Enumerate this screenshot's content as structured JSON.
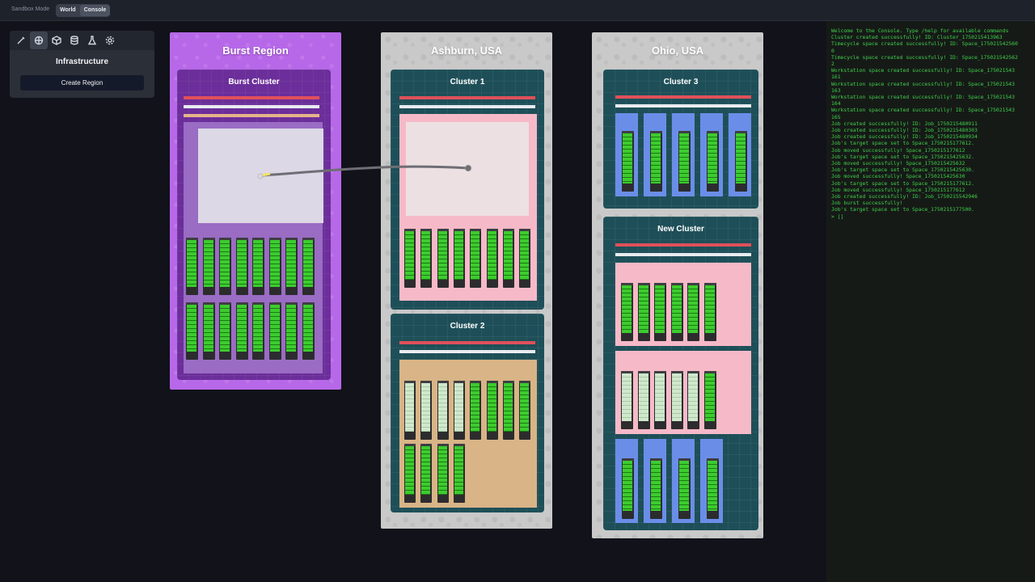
{
  "topbar": {
    "mode_label": "Sandbox Mode",
    "tab_world": "World",
    "tab_console": "Console"
  },
  "toolpanel": {
    "tools": [
      "brush-icon",
      "region-icon",
      "cube-icon",
      "database-icon",
      "flask-icon",
      "gear-icon"
    ],
    "title": "Infrastructure",
    "create_button": "Create Region"
  },
  "regions": {
    "burst": {
      "title": "Burst Region",
      "color": "#b768e8",
      "cluster": "Burst Cluster"
    },
    "ashburn": {
      "title": "Ashburn, USA",
      "cluster1": "Cluster 1",
      "cluster2": "Cluster 2"
    },
    "ohio": {
      "title": "Ohio, USA",
      "cluster3": "Cluster 3",
      "new_cluster": "New Cluster"
    }
  },
  "colors": {
    "burst_region": "#b768e8",
    "burst_cluster": "#6b2e9a",
    "cluster_teal": "#1e4f58",
    "space_pink": "#f6b9c8",
    "space_tan": "#d8b486",
    "space_blue": "#6a8ee8",
    "server_green": "#3ccc2e"
  },
  "console": {
    "lines": [
      "Welcome to the Console. Type /help for available commands",
      "Cluster created successfully! ID: Cluster_1750215413963",
      "Timecycle space created successfully! ID: Space_175021542560",
      "0",
      "Timecycle space created successfully! ID: Space_175021542562",
      "2",
      "Workstation space created successfully! ID: Space_175021543",
      "161",
      "Workstation space created successfully! ID: Space_175021543",
      "163",
      "Workstation space created successfully! ID: Space_175021543",
      "164",
      "Workstation space created successfully! ID: Space_175021543",
      "165",
      "Job created successfully! ID: Job_1750215480911",
      "Job created successfully! ID: Job_1750215480303",
      "Job created successfully! ID: Job_1750215480934",
      "Job's target space set to Space_1750215177612.",
      "Job moved successfully! Space_1750215177612",
      "Job's target space set to Space_1750215425632.",
      "Job moved successfully! Space_1750215425632",
      "Job's target space set to Space_1750215425630.",
      "Job moved successfully! Space_1750215425630",
      "Job's target space set to Space_1750215177612.",
      "Job moved successfully! Space_1750215177612",
      "Job created successfully! ID: Job_1750215542946",
      "Job burst successfully!",
      "Job's target space set to Space_1750215177500.",
      "> []"
    ]
  }
}
